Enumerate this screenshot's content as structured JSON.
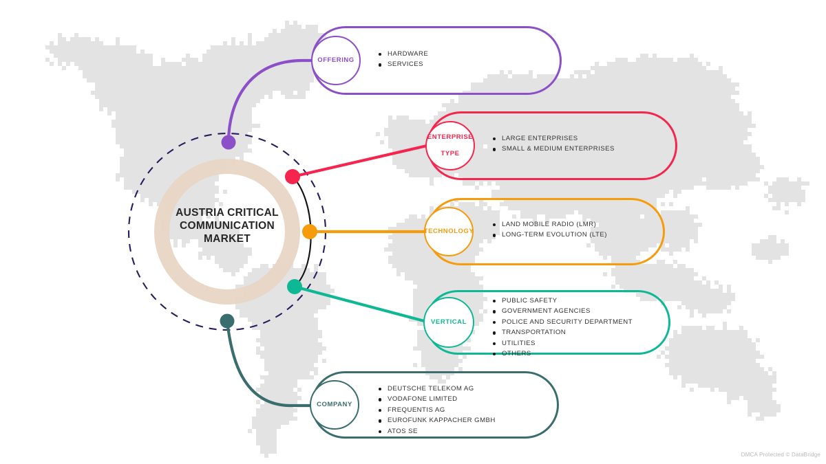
{
  "hub": {
    "title": "AUSTRIA CRITICAL COMMUNICATION MARKET",
    "title_lines": [
      "AUSTRIA CRITICAL",
      "COMMUNICATION",
      "MARKET"
    ],
    "ring_color": "#E8D5C4",
    "dashed_ring_color": "#2A1B5E",
    "arc_color": "#111111"
  },
  "watermark": "DMCA Protected © DataBridge",
  "colors": {
    "offering": "#8B4FC8",
    "enterprise_type": "#F5254E",
    "technology": "#F59B0C",
    "vertical": "#0FB894",
    "company": "#3A6E6E",
    "map": "#E3E3E3",
    "bullet": "#1a1a1a",
    "text": "#333333"
  },
  "branches": [
    {
      "id": "offering",
      "label": "OFFERING",
      "label_lines": [
        "OFFERING"
      ],
      "color": "#8B4FC8",
      "items": [
        "HARDWARE",
        "SERVICES"
      ]
    },
    {
      "id": "enterprise-type",
      "label": "ENTERPRISE TYPE",
      "label_lines": [
        "ENTERPRISE",
        "TYPE"
      ],
      "color": "#F5254E",
      "items": [
        "LARGE ENTERPRISES",
        "SMALL & MEDIUM ENTERPRISES"
      ]
    },
    {
      "id": "technology",
      "label": "TECHNOLOGY",
      "label_lines": [
        "TECHNOLOGY"
      ],
      "color": "#F59B0C",
      "items": [
        "LAND MOBILE RADIO (LMR)",
        "LONG-TERM EVOLUTION (LTE)"
      ]
    },
    {
      "id": "vertical",
      "label": "VERTICAL",
      "label_lines": [
        "VERTICAL"
      ],
      "color": "#0FB894",
      "items": [
        "PUBLIC SAFETY",
        "GOVERNMENT AGENCIES",
        "POLICE AND SECURITY DEPARTMENT",
        "TRANSPORTATION",
        "UTILITIES",
        "OTHERS"
      ]
    },
    {
      "id": "company",
      "label": "COMPANY",
      "label_lines": [
        "COMPANY"
      ],
      "color": "#3A6E6E",
      "items": [
        "DEUTSCHE TELEKOM AG",
        "VODAFONE LIMITED",
        "FREQUENTIS AG",
        "EUROFUNK KAPPACHER GMBH",
        "ATOS SE"
      ]
    }
  ]
}
